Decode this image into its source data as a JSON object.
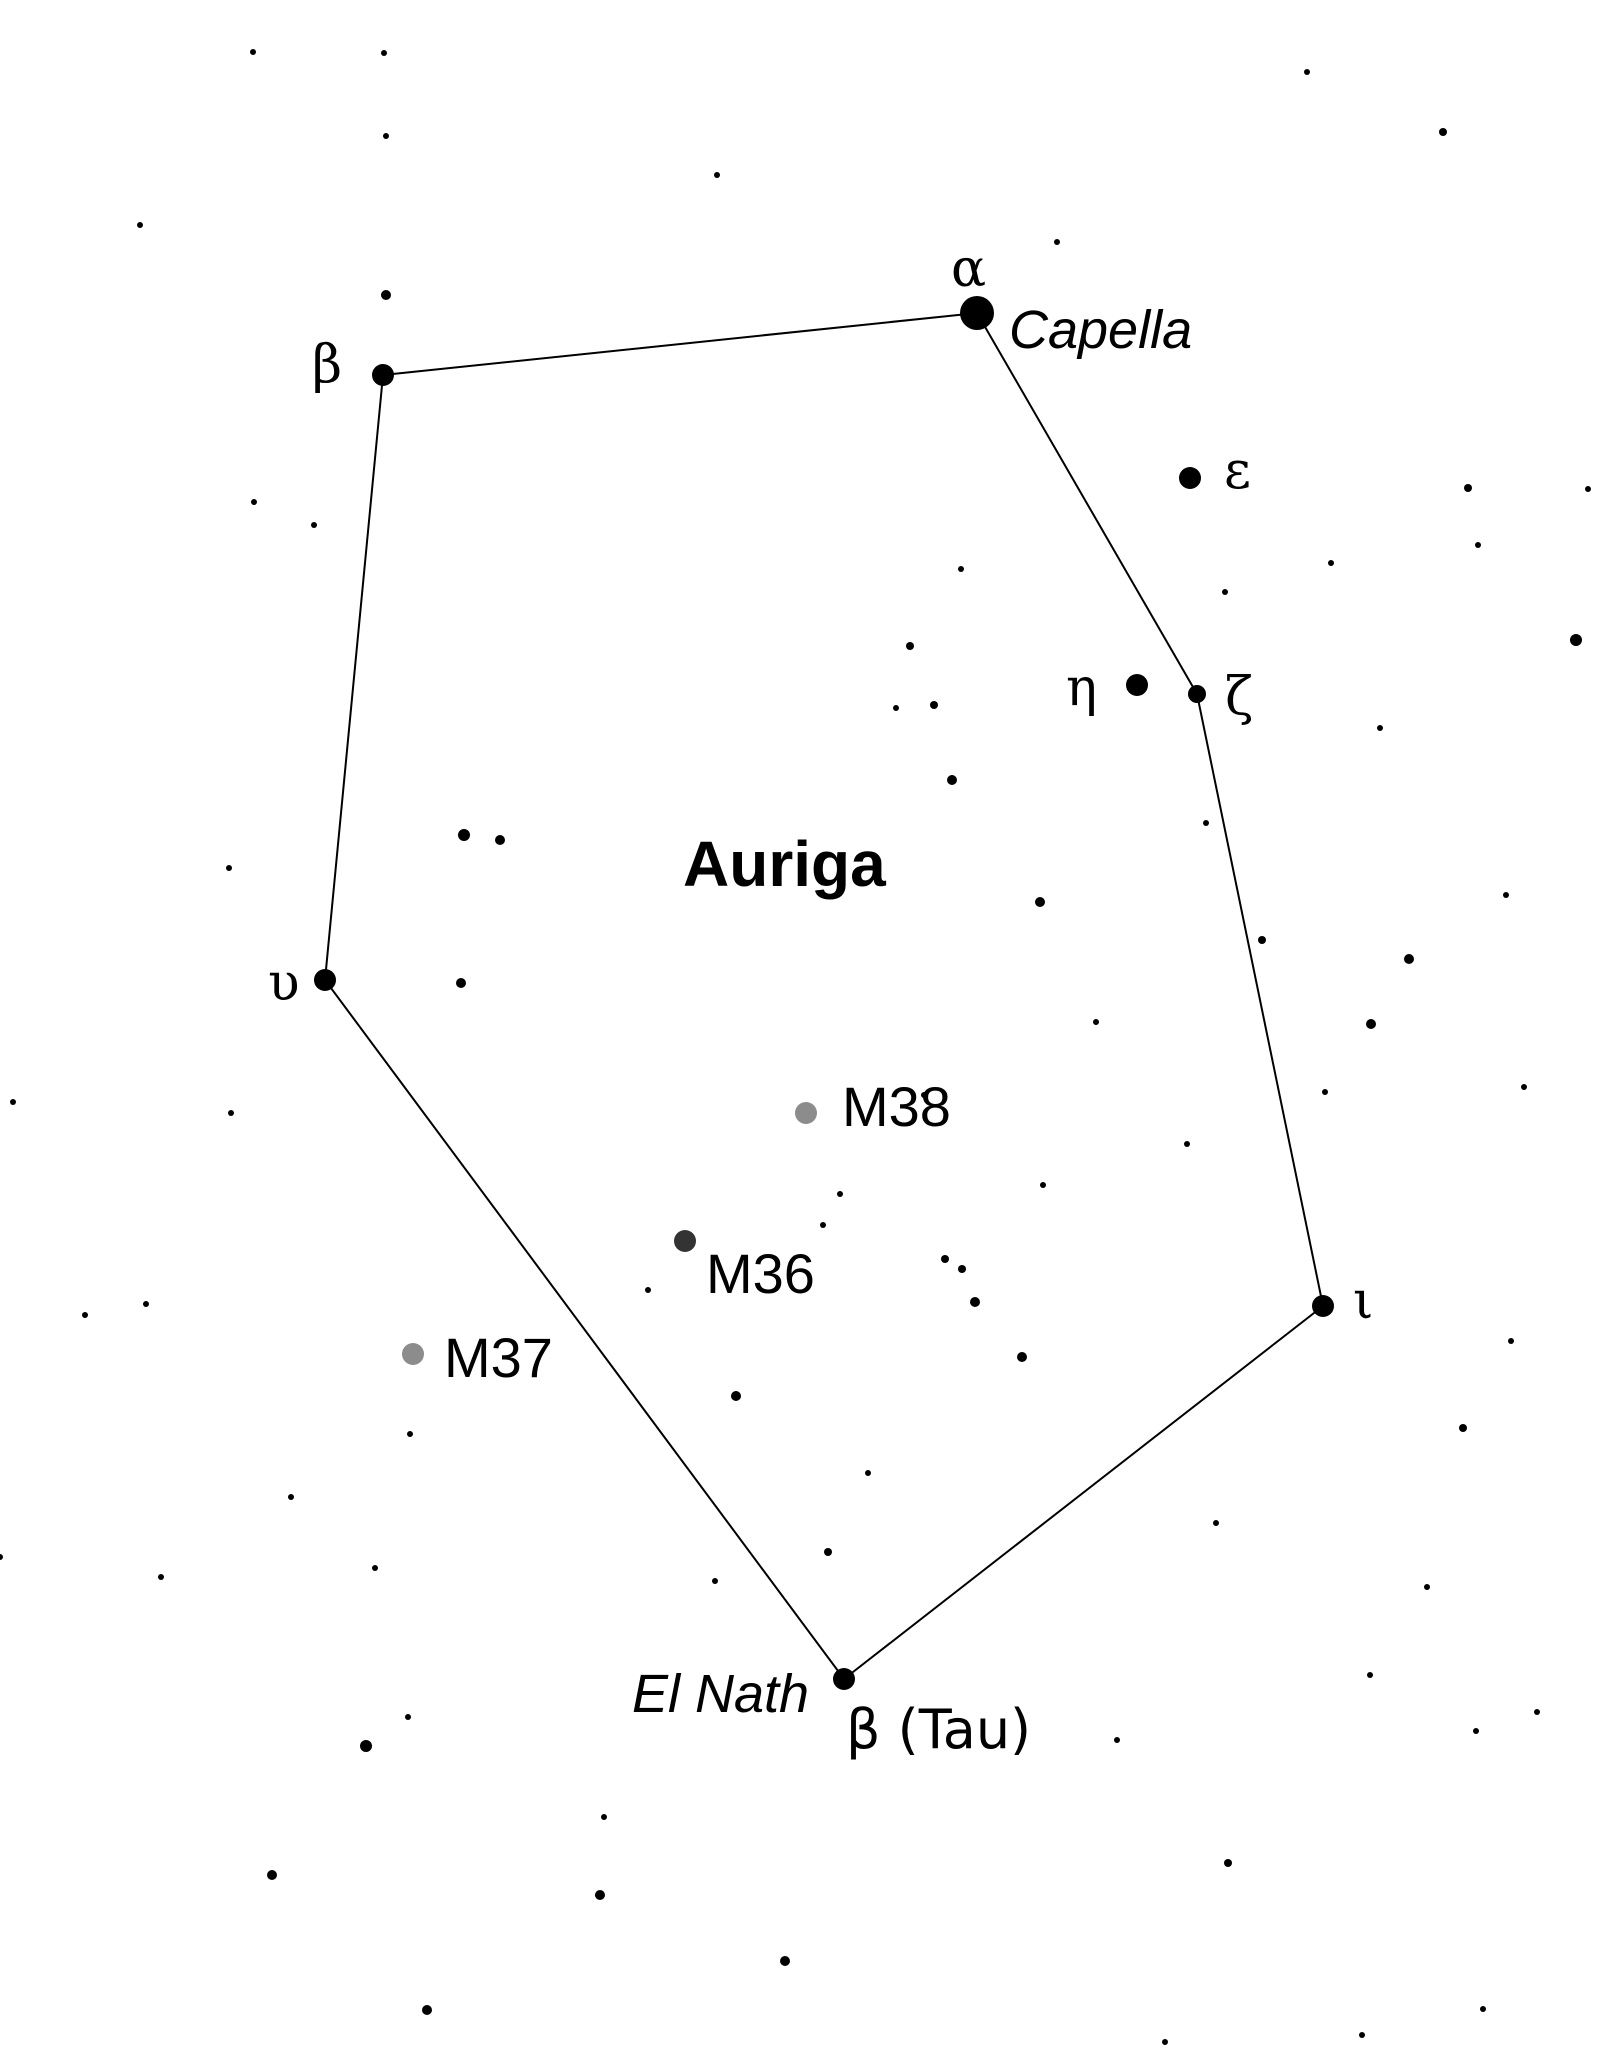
{
  "constellation": {
    "name": "Auriga"
  },
  "stars": {
    "alpha": {
      "letter": "α",
      "proper_name": "Capella"
    },
    "beta": {
      "letter": "β"
    },
    "epsilon": {
      "letter": "ε"
    },
    "eta": {
      "letter": "η"
    },
    "zeta": {
      "letter": "ζ"
    },
    "upsilon": {
      "letter": "υ"
    },
    "iota": {
      "letter": "ι"
    },
    "beta_tau": {
      "letter_suffix": "β (Tau)",
      "proper_name": "El Nath"
    }
  },
  "clusters": {
    "m38": {
      "label": "M38"
    },
    "m36": {
      "label": "M36"
    },
    "m37": {
      "label": "M37"
    }
  },
  "colors": {
    "background": "#ffffff",
    "star": "#000000",
    "cluster": "#8c8c8c",
    "line": "#000000"
  }
}
